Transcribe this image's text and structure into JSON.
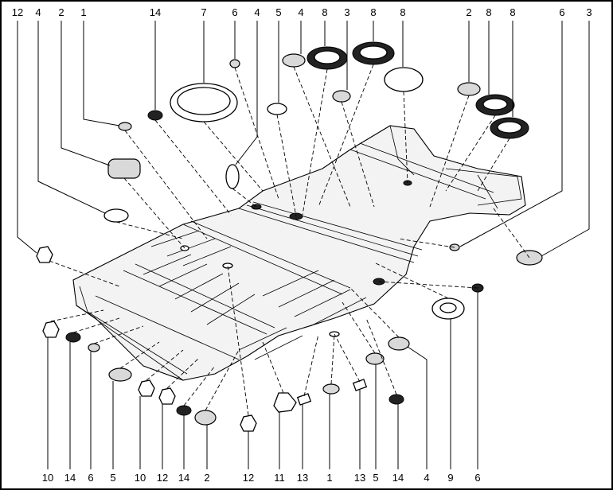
{
  "callouts": {
    "top": [
      "12",
      "4",
      "2",
      "1",
      "14",
      "7",
      "6",
      "4",
      "5",
      "4",
      "8",
      "3",
      "8",
      "8",
      "2",
      "8",
      "8",
      "6",
      "3"
    ],
    "bottom": [
      "10",
      "14",
      "6",
      "5",
      "10",
      "12",
      "14",
      "2",
      "12",
      "11",
      "13",
      "1",
      "13",
      "5",
      "14",
      "4",
      "9",
      "6"
    ]
  }
}
